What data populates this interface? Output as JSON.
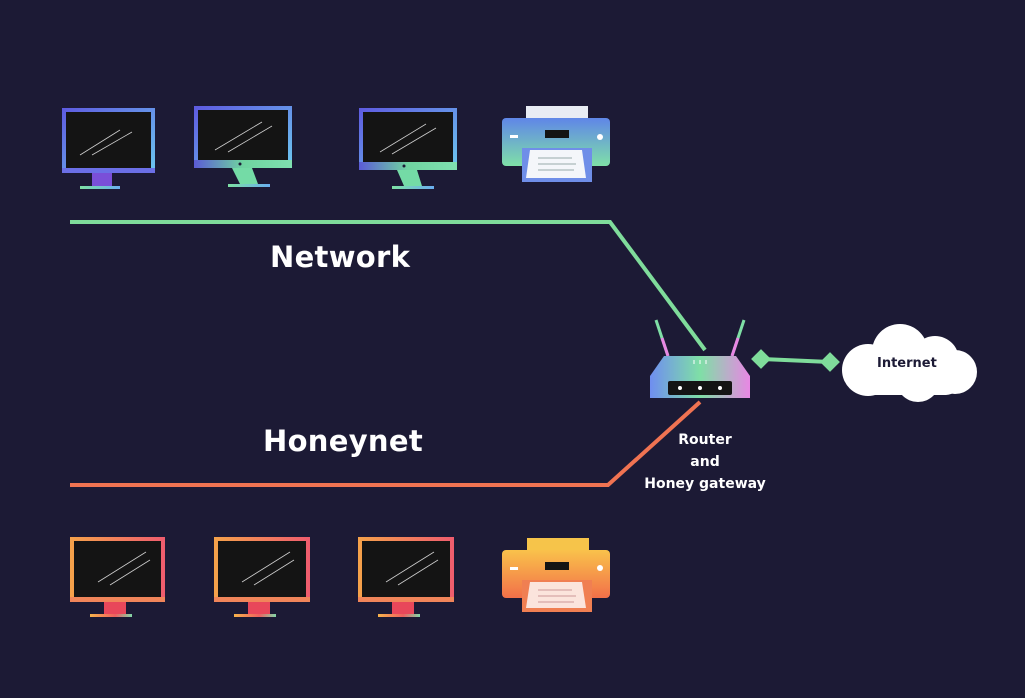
{
  "labels": {
    "network": "Network",
    "honeynet": "Honeynet",
    "router_line1": "Router",
    "router_line2": "and",
    "router_line3": "Honey gateway",
    "internet": "Internet"
  },
  "colors": {
    "background": "#1c1a35",
    "network_line": "#7fdc9b",
    "honeynet_line": "#f07352",
    "screen": "#141414",
    "cloud": "#ffffff"
  },
  "devices": {
    "network": [
      "monitor-icon",
      "monitor-icon",
      "monitor-icon",
      "printer-icon"
    ],
    "honeynet": [
      "monitor-icon",
      "monitor-icon",
      "monitor-icon",
      "printer-icon"
    ],
    "gateway": "router-icon",
    "internet": "cloud-icon"
  }
}
